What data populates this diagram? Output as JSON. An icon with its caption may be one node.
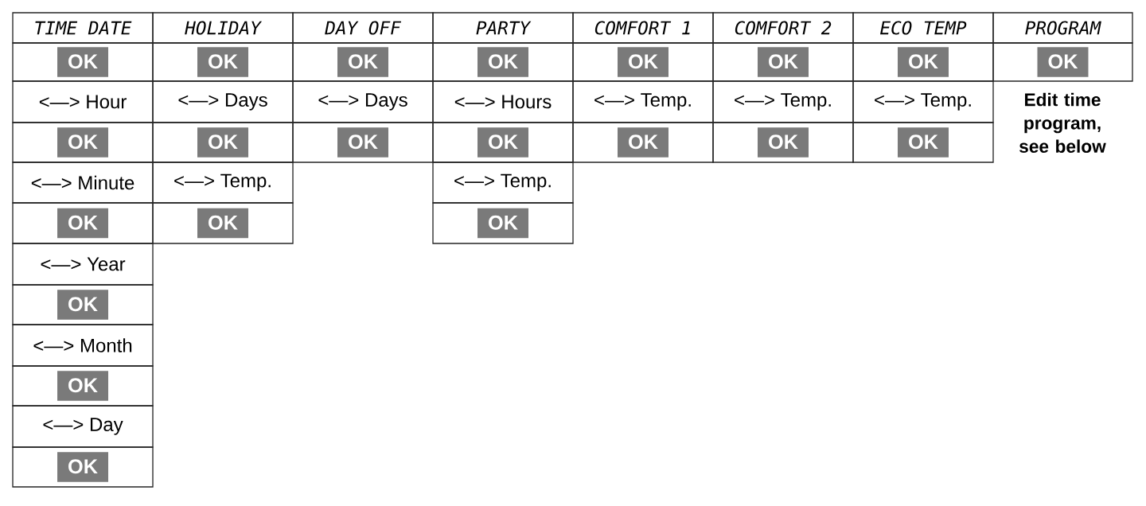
{
  "diagram": {
    "nodes": [
      {
        "text": [
          "TIME DATE"
        ]
      },
      {
        "text": [
          "HOLIDAY"
        ]
      },
      {
        "text": [
          "DAY OFF"
        ]
      },
      {
        "text": [
          "PARTY"
        ]
      },
      {
        "text": [
          "COMFORT 1"
        ]
      },
      {
        "text": [
          "COMFORT 2"
        ]
      },
      {
        "text": [
          "ECO TEMP"
        ]
      },
      {
        "text": [
          "PROGRAM"
        ]
      },
      {
        "text": [
          "OK"
        ]
      },
      {
        "text": [
          "OK"
        ]
      },
      {
        "text": [
          "OK"
        ]
      },
      {
        "text": [
          "OK"
        ]
      },
      {
        "text": [
          "OK"
        ]
      },
      {
        "text": [
          "OK"
        ]
      },
      {
        "text": [
          "OK"
        ]
      },
      {
        "text": [
          "OK"
        ]
      },
      {
        "text": [
          "<—> Hour"
        ]
      },
      {
        "text": [
          "<—> Days"
        ]
      },
      {
        "text": [
          "<—> Days"
        ]
      },
      {
        "text": [
          "<—> Hours"
        ]
      },
      {
        "text": [
          "<—> Temp."
        ]
      },
      {
        "text": [
          "<—> Temp."
        ]
      },
      {
        "text": [
          "<—> Temp."
        ]
      },
      {
        "text": [
          "OK"
        ]
      },
      {
        "text": [
          "OK"
        ]
      },
      {
        "text": [
          "OK"
        ]
      },
      {
        "text": [
          "OK"
        ]
      },
      {
        "text": [
          "OK"
        ]
      },
      {
        "text": [
          "OK"
        ]
      },
      {
        "text": [
          "OK"
        ]
      },
      {
        "text": [
          "<—> Minute"
        ]
      },
      {
        "text": [
          "<—> Temp."
        ]
      },
      {
        "text": [
          "<—> Temp."
        ]
      },
      {
        "text": [
          "OK"
        ]
      },
      {
        "text": [
          "OK"
        ]
      },
      {
        "text": [
          "OK"
        ]
      },
      {
        "text": [
          "<—> Year"
        ]
      },
      {
        "text": [
          "OK"
        ]
      },
      {
        "text": [
          "<—> Month"
        ]
      },
      {
        "text": [
          "OK"
        ]
      },
      {
        "text": [
          "<—> Day"
        ]
      },
      {
        "text": [
          "OK"
        ]
      }
    ],
    "labels": [
      "Edit time program, see below"
    ]
  }
}
